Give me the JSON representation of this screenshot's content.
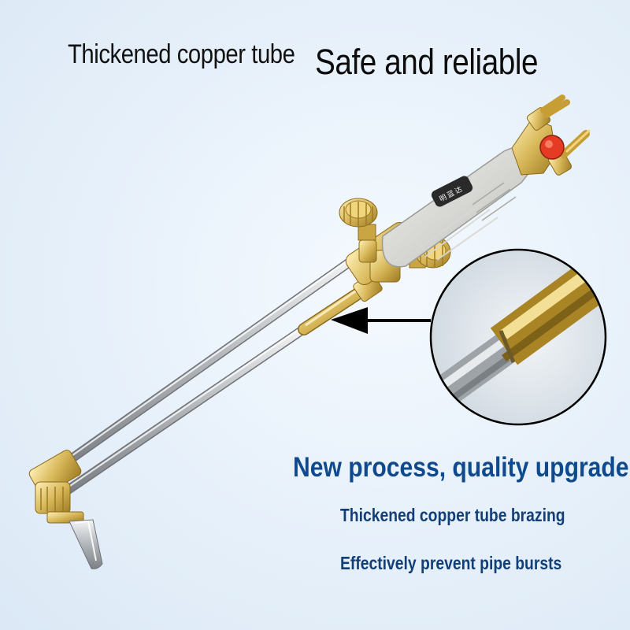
{
  "header": {
    "left_text": "Thickened copper tube",
    "right_text": "Safe and reliable"
  },
  "product": {
    "brand_mark": "明蓝达"
  },
  "features": {
    "headline": "New process, quality upgrade",
    "items": [
      "Thickened copper tube brazing",
      "Effectively prevent pipe bursts"
    ]
  },
  "colors": {
    "headline": "#0f4a8c",
    "feature_text": "#123f78",
    "brass": "#d8b85a",
    "valve_knob": "#e53a23",
    "arrow": "#000000"
  },
  "icons": {
    "callout_arrow": "arrow-left-icon",
    "zoom_lens": "magnifier-circle"
  }
}
